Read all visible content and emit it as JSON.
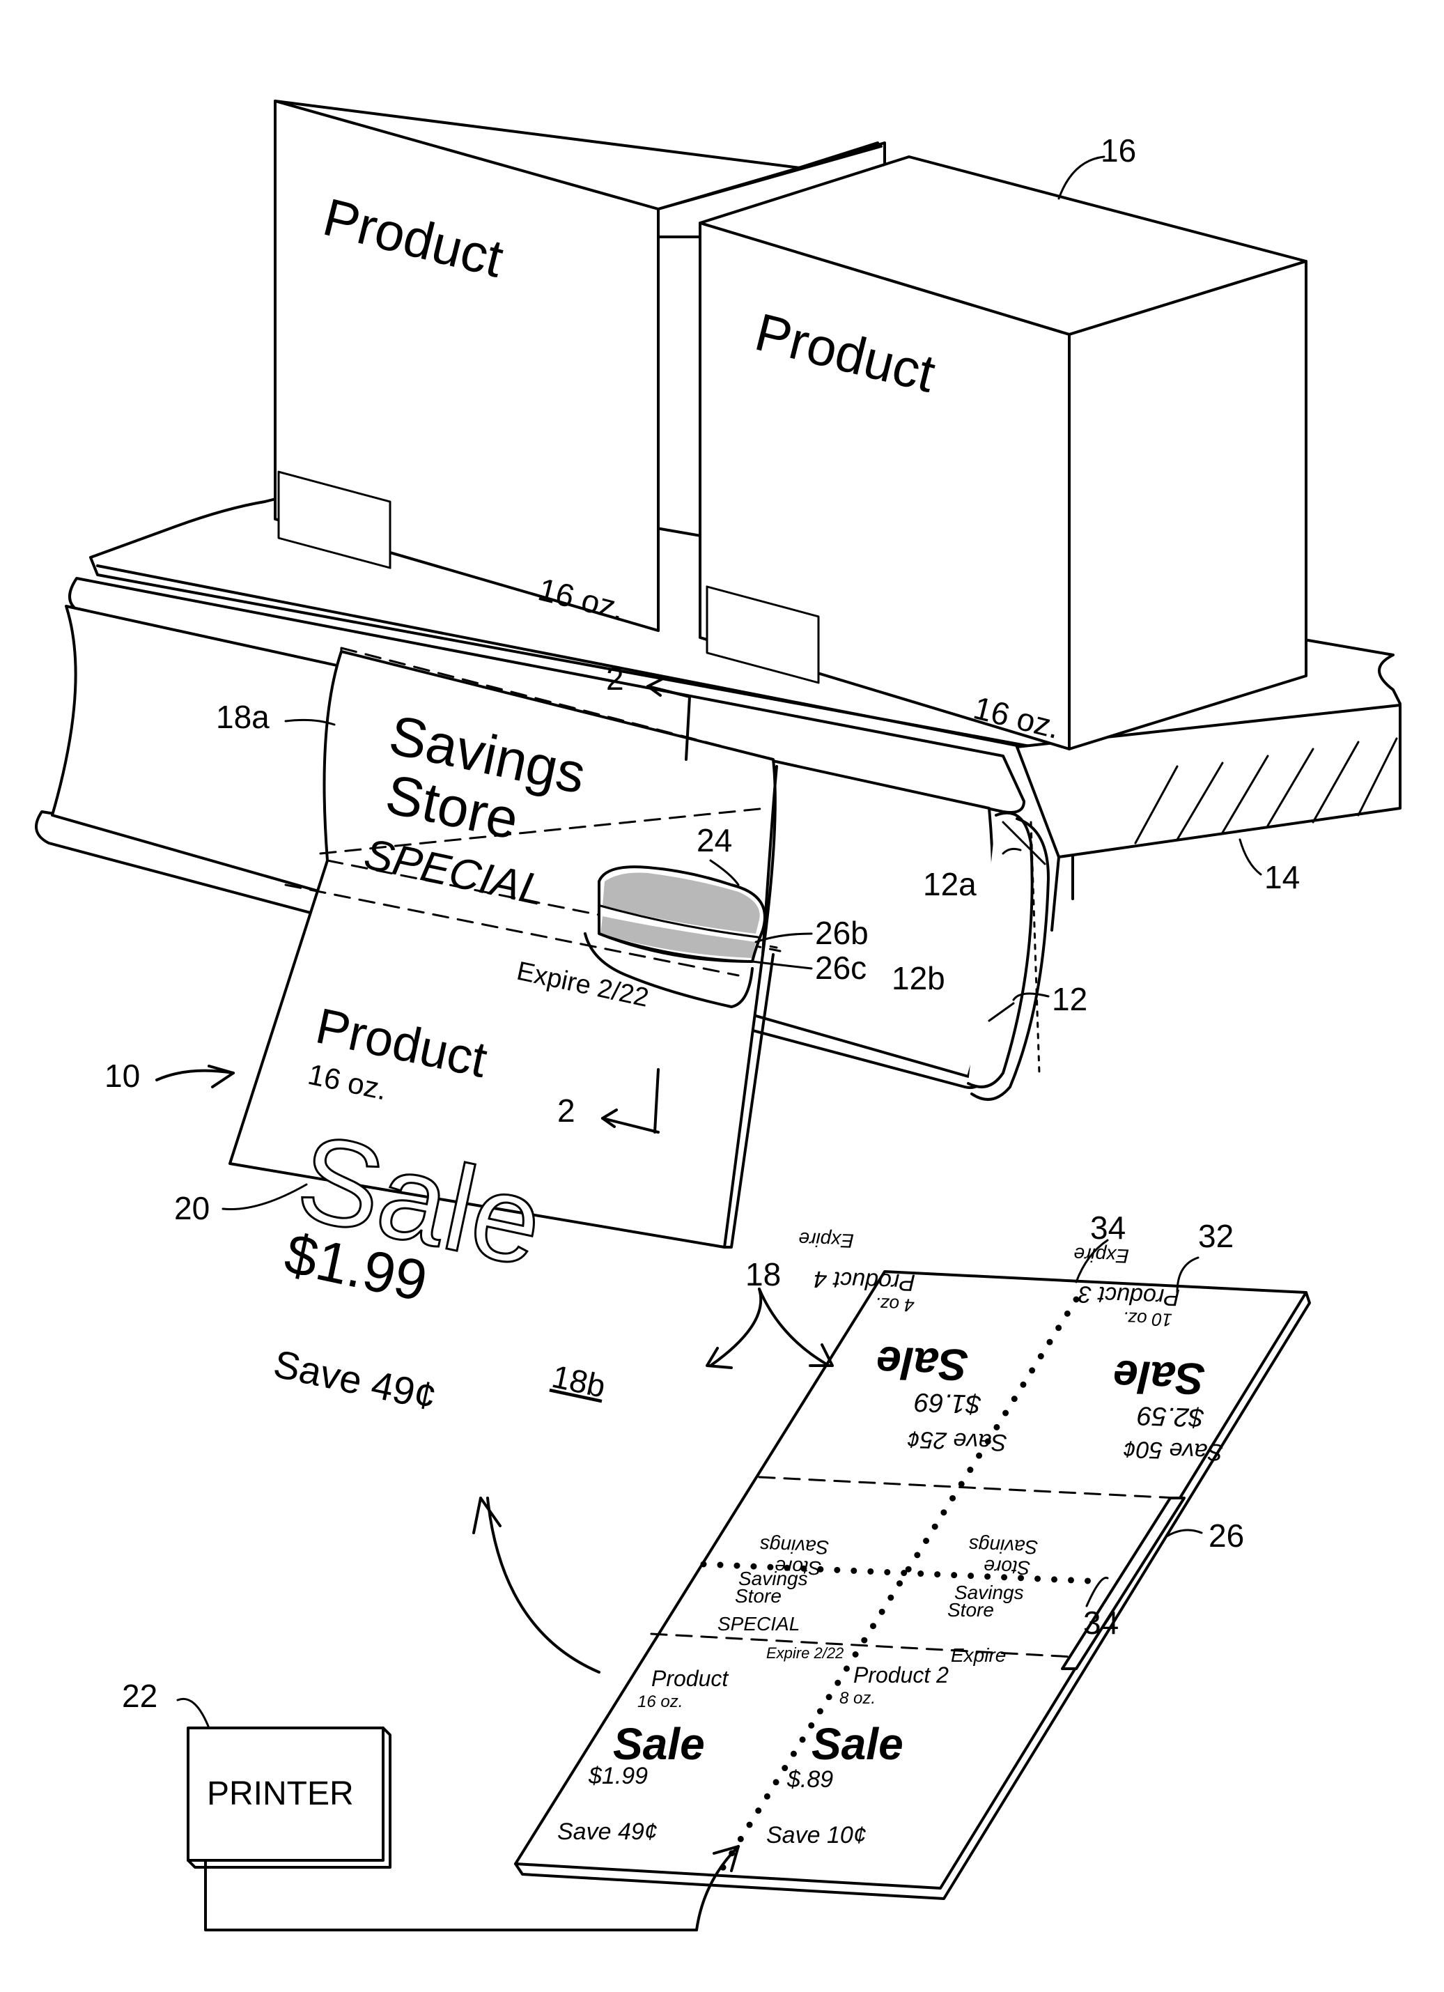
{
  "box_left": {
    "product": "Product",
    "size": "16 oz."
  },
  "box_right": {
    "product": "Product",
    "size": "16 oz."
  },
  "label_18": {
    "store_line1": "Savings",
    "store_line2": "Store",
    "special": "SPECIAL",
    "expire": "Expire 2/22",
    "product": "Product",
    "size": "16 oz.",
    "sale": "Sale",
    "price": "$1.99",
    "save": "Save 49¢",
    "part": "18b"
  },
  "sheet_32": {
    "top_left": {
      "save": "Save 25¢",
      "price": "$1.69",
      "sale": "Sale",
      "size": "4 oz.",
      "product": "Product 4",
      "expire": "Expire"
    },
    "top_right": {
      "save": "Save 50¢",
      "price": "$2.59",
      "sale": "Sale",
      "size": "10 oz.",
      "product": "Product 3",
      "expire": "Expire"
    },
    "mid_left_inv": {
      "line1": "Savings",
      "line2": "Store"
    },
    "mid_right_inv": {
      "line1": "Savings",
      "line2": "Store"
    },
    "mid_left": {
      "line1": "Savings",
      "line2": "Store",
      "special": "SPECIAL"
    },
    "mid_right": {
      "line1": "Savings",
      "line2": "Store"
    },
    "bottom_left": {
      "expire": "Expire 2/22",
      "product": "Product",
      "size": "16 oz.",
      "sale": "Sale",
      "price": "$1.99",
      "save": "Save 49¢"
    },
    "bottom_right": {
      "expire": "Expire",
      "product": "Product 2",
      "size": "8 oz.",
      "sale": "Sale",
      "price": "$.89",
      "save": "Save 10¢"
    }
  },
  "printer": {
    "label": "PRINTER"
  },
  "refs": {
    "r16": "16",
    "r14": "14",
    "r12": "12",
    "r12a": "12a",
    "r12b": "12b",
    "r18a": "18a",
    "r2top": "2",
    "r2bot": "2",
    "r24": "24",
    "r26b": "26b",
    "r26c": "26c",
    "r10": "10",
    "r20": "20",
    "r18": "18",
    "r34a": "34",
    "r34b": "34",
    "r32": "32",
    "r26": "26",
    "r22": "22"
  }
}
